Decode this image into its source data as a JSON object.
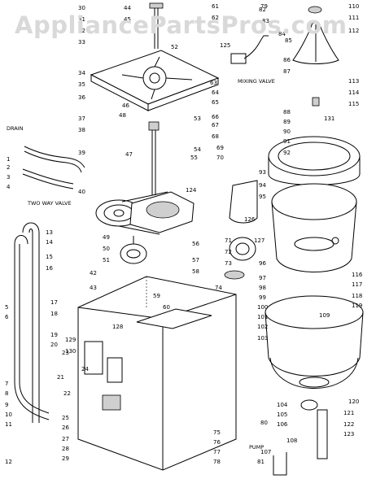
{
  "watermark": "AppliancePartsPros.com",
  "labels": {
    "mixing_valve": "MIXING VALVE",
    "drain": "DRAIN",
    "two_way_valve": "TWO WAY VALVE",
    "pump": "PUMP"
  },
  "callouts": [
    "30",
    "31",
    "32",
    "33",
    "34",
    "35",
    "36",
    "37",
    "38",
    "39",
    "40",
    "1",
    "2",
    "3",
    "4",
    "44",
    "45",
    "46",
    "47",
    "48",
    "42",
    "43",
    "49",
    "50",
    "51",
    "13",
    "14",
    "15",
    "16",
    "5",
    "6",
    "7",
    "8",
    "9",
    "10",
    "11",
    "12",
    "17",
    "18",
    "19",
    "20",
    "21",
    "22",
    "23",
    "24",
    "25",
    "26",
    "27",
    "28",
    "29",
    "52",
    "53",
    "54",
    "55",
    "56",
    "57",
    "58",
    "59",
    "60",
    "61",
    "62",
    "63",
    "64",
    "65",
    "66",
    "67",
    "68",
    "69",
    "70",
    "71",
    "72",
    "73",
    "74",
    "75",
    "76",
    "77",
    "78",
    "79",
    "80",
    "81",
    "82",
    "83",
    "84",
    "85",
    "86",
    "87",
    "88",
    "89",
    "90",
    "91",
    "92",
    "93",
    "94",
    "95",
    "96",
    "97",
    "98",
    "99",
    "100",
    "101",
    "102",
    "103",
    "104",
    "105",
    "106",
    "107",
    "108",
    "109",
    "110",
    "111",
    "112",
    "113",
    "114",
    "115",
    "116",
    "117",
    "118",
    "119",
    "120",
    "121",
    "122",
    "123",
    "124",
    "125",
    "126",
    "127",
    "128",
    "129",
    "130",
    "131"
  ]
}
